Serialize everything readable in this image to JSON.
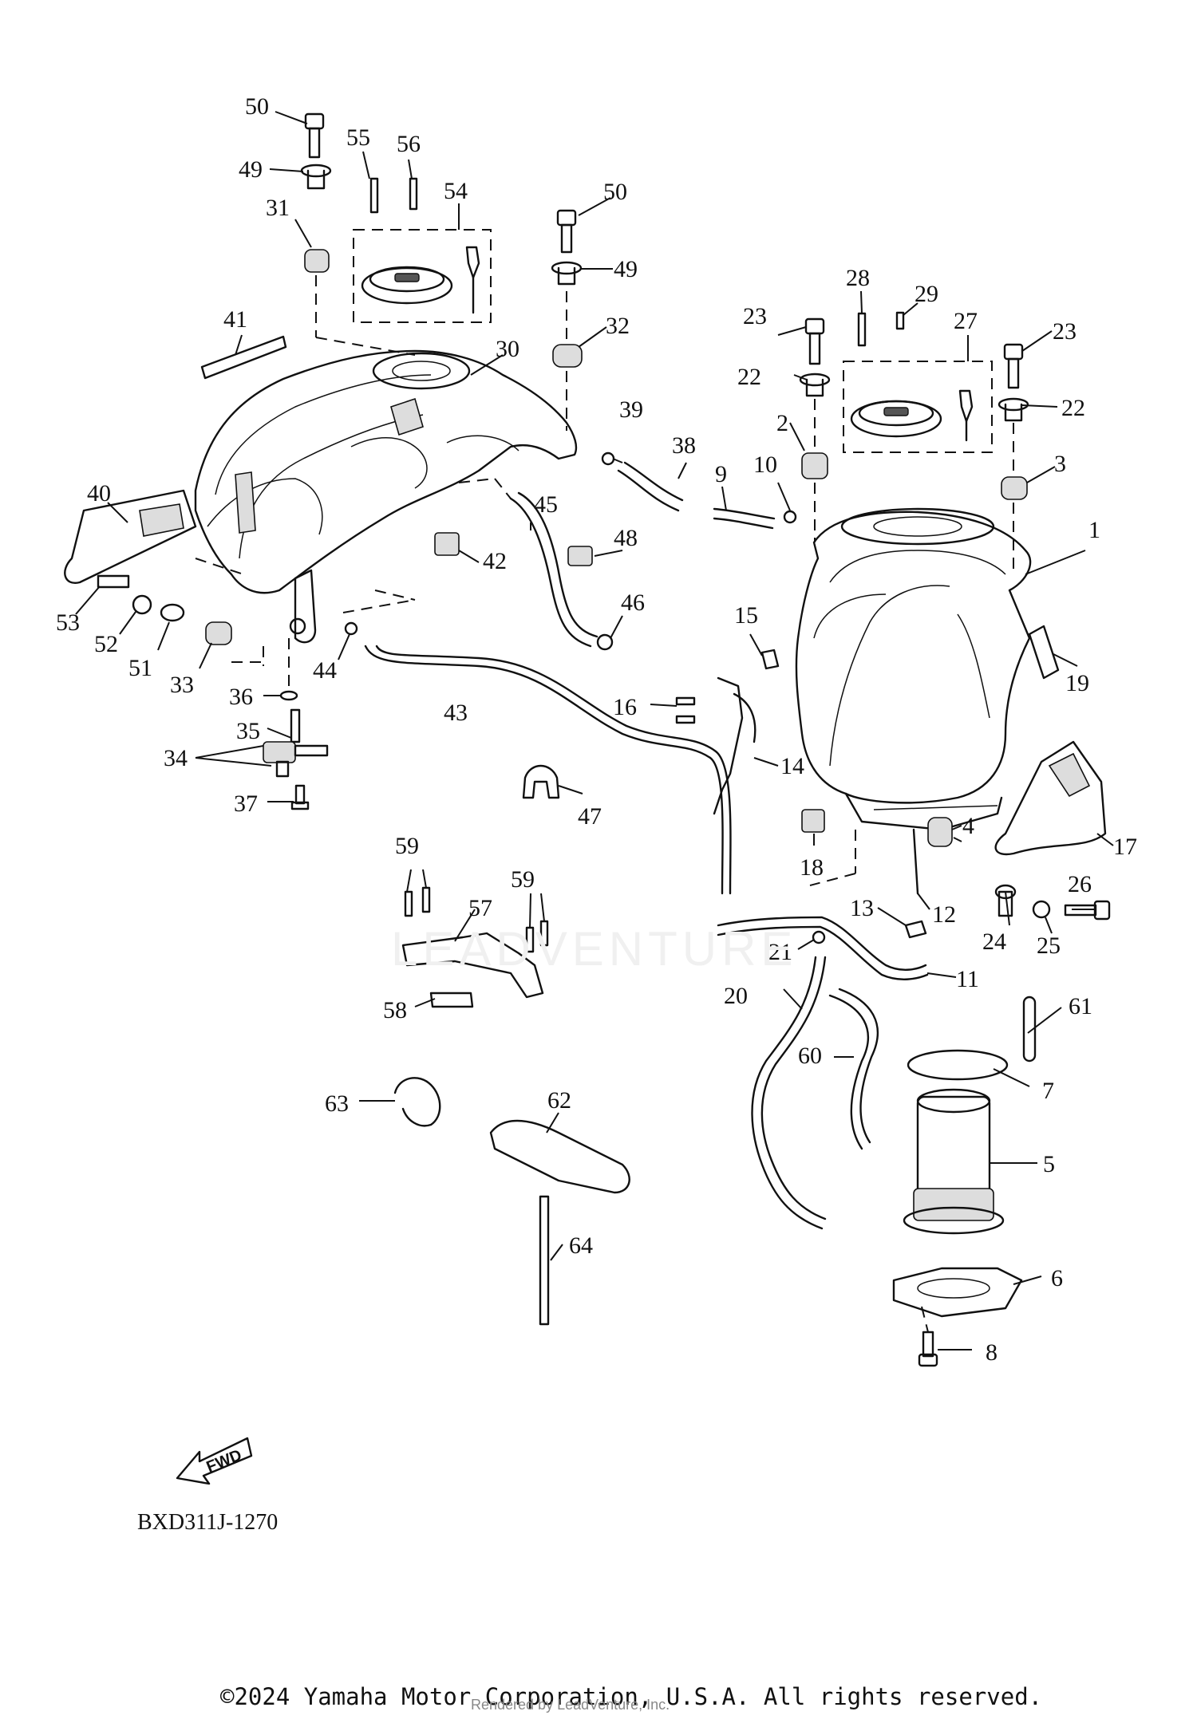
{
  "diagram": {
    "code": "BXD311J-1270",
    "direction_label": "FWD",
    "copyright": "©2024 Yamaha Motor Corporation, U.S.A. All rights reserved.",
    "renderer": "Rendered by LeadVenture, Inc.",
    "watermark": "LEADVENTURE"
  },
  "callouts": {
    "c1": "1",
    "c2": "2",
    "c3": "3",
    "c4": "4",
    "c5": "5",
    "c6": "6",
    "c7": "7",
    "c8": "8",
    "c9": "9",
    "c10": "10",
    "c11": "11",
    "c12": "12",
    "c13": "13",
    "c14": "14",
    "c15": "15",
    "c16": "16",
    "c17": "17",
    "c18": "18",
    "c19": "19",
    "c20": "20",
    "c21": "21",
    "c22a": "22",
    "c22b": "22",
    "c23a": "23",
    "c23b": "23",
    "c24": "24",
    "c25": "25",
    "c26": "26",
    "c27": "27",
    "c28": "28",
    "c29": "29",
    "c30": "30",
    "c31": "31",
    "c32": "32",
    "c33": "33",
    "c34": "34",
    "c35": "35",
    "c36": "36",
    "c37": "37",
    "c38": "38",
    "c39": "39",
    "c40": "40",
    "c41": "41",
    "c42": "42",
    "c43": "43",
    "c44": "44",
    "c45": "45",
    "c46": "46",
    "c47": "47",
    "c48": "48",
    "c49a": "49",
    "c49b": "49",
    "c50a": "50",
    "c50b": "50",
    "c51": "51",
    "c52": "52",
    "c53": "53",
    "c54": "54",
    "c55": "55",
    "c56": "56",
    "c57": "57",
    "c58": "58",
    "c59a": "59",
    "c59b": "59",
    "c60": "60",
    "c61": "61",
    "c62": "62",
    "c63": "63",
    "c64": "64"
  }
}
